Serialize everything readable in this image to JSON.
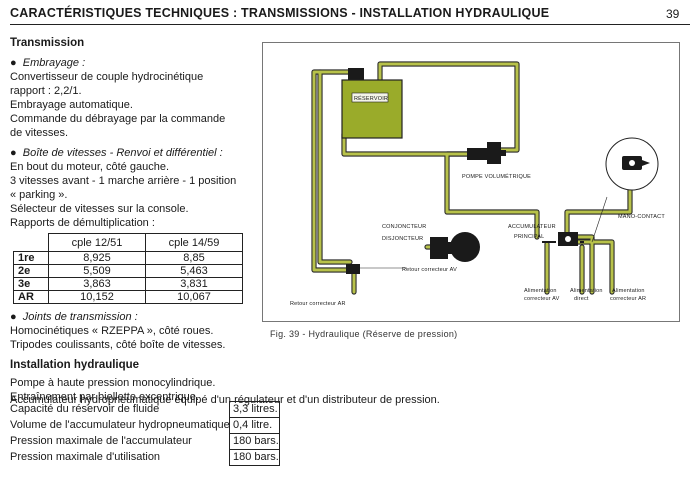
{
  "header": {
    "title": "CARACTÉRISTIQUES TECHNIQUES : TRANSMISSIONS - INSTALLATION HYDRAULIQUE",
    "page_number": "39"
  },
  "transmission": {
    "title": "Transmission",
    "embrayage": {
      "heading": "Embrayage :",
      "lines": [
        "Convertisseur de couple hydrocinétique",
        "rapport : 2,2/1.",
        "Embrayage automatique.",
        "Commande du débrayage par la commande",
        "de vitesses."
      ]
    },
    "boite": {
      "heading": "Boîte de vitesses - Renvoi et différentiel :",
      "lines": [
        "En bout du moteur, côté gauche.",
        "3 vitesses avant - 1 marche arrière - 1 position",
        "« parking ».",
        "Sélecteur de vitesses sur la console.",
        "Rapports de démultiplication :"
      ]
    },
    "ratios_table": {
      "columns": [
        "cple 12/51",
        "cple 14/59"
      ],
      "rows": [
        {
          "label": "1re",
          "values": [
            "8,925",
            "8,85"
          ]
        },
        {
          "label": "2e",
          "values": [
            "5,509",
            "5,463"
          ]
        },
        {
          "label": "3e",
          "values": [
            "3,863",
            "3,831"
          ]
        },
        {
          "label": "AR",
          "values": [
            "10,152",
            "10,067"
          ]
        }
      ]
    },
    "joints": {
      "heading": "Joints de transmission :",
      "lines": [
        "Homocinétiques « RZEPPA », côté roues.",
        "Tripodes coulissants, côté boîte de vitesses."
      ]
    }
  },
  "hydraulique": {
    "title": "Installation hydraulique",
    "lines": [
      "Pompe à haute pression monocylindrique.",
      "Entraînement par biellette excentrique.",
      "Accumulateur hydropneumatique équipé d'un régulateur et d'un distributeur de pression."
    ],
    "specs": [
      {
        "label": "Capacité du réservoir de fluide",
        "value": "3,3 litres."
      },
      {
        "label": "Volume de l'accumulateur hydropneumatique",
        "value": "0,4 litre."
      },
      {
        "label": "Pression maximale de l'accumulateur",
        "value": "180 bars."
      },
      {
        "label": "Pression maximale d'utilisation",
        "value": "180 bars."
      }
    ]
  },
  "figure": {
    "caption": "Fig. 39 - Hydraulique (Réserve de pression)",
    "labels": {
      "reservoir": "RÉSERVOIR",
      "pompe": "POMPE VOLUMÉTRIQUE",
      "mano": "MANO-CONTACT",
      "conjoncteur1": "CONJONCTEUR",
      "conjoncteur2": "DISJONCTEUR",
      "accu1": "ACCUMULATEUR",
      "accu2": "PRINCIPAL",
      "retour_av": "Retour correcteur AV",
      "retour_ar": "Retour correcteur AR",
      "alim1": "Alimentation",
      "alim1b": "correcteur AV",
      "alim2": "Alimentation",
      "alim2b": "direct",
      "alim3": "Alimentation",
      "alim3b": "correcteur AR"
    },
    "colors": {
      "pipe": "#b8c24a",
      "pipe_outline": "#2a2a2a",
      "reservoir": "#9aab2a",
      "component": "#1a1a1a"
    }
  }
}
